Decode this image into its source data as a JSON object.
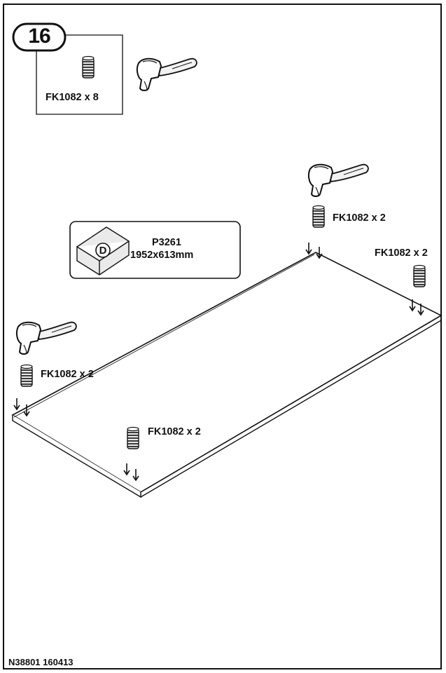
{
  "step": {
    "number": "16"
  },
  "parts_box": {
    "label": "FK1082 x 8"
  },
  "panel_label": {
    "letter": "D",
    "code": "P3261",
    "size": "1952x613mm"
  },
  "callouts": [
    {
      "label": "FK1082 x 2"
    },
    {
      "label": "FK1082 x 2"
    },
    {
      "label": "FK1082 x 2"
    },
    {
      "label": "FK1082 x 2"
    }
  ],
  "footer": {
    "code": "N38801 160413"
  }
}
